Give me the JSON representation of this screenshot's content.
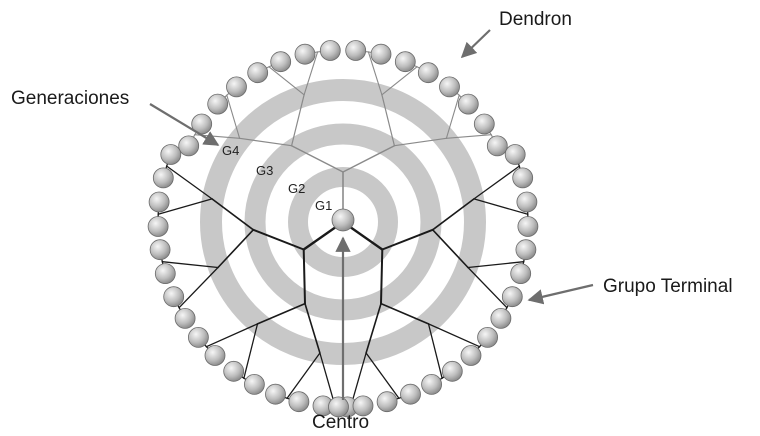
{
  "labels": {
    "dendron": "Dendron",
    "generaciones": "Generaciones",
    "grupo_terminal": "Grupo Terminal",
    "centro": "Centro"
  },
  "generations": [
    "G1",
    "G2",
    "G3",
    "G4"
  ],
  "colors": {
    "ring": "#c8c8c8",
    "dark_branch": "#1a1a1a",
    "light_branch": "#8a8a8a",
    "arrow": "#6e6e6e",
    "sphere_light": "#f4f4f4",
    "sphere_dark": "#8c8c8c"
  }
}
